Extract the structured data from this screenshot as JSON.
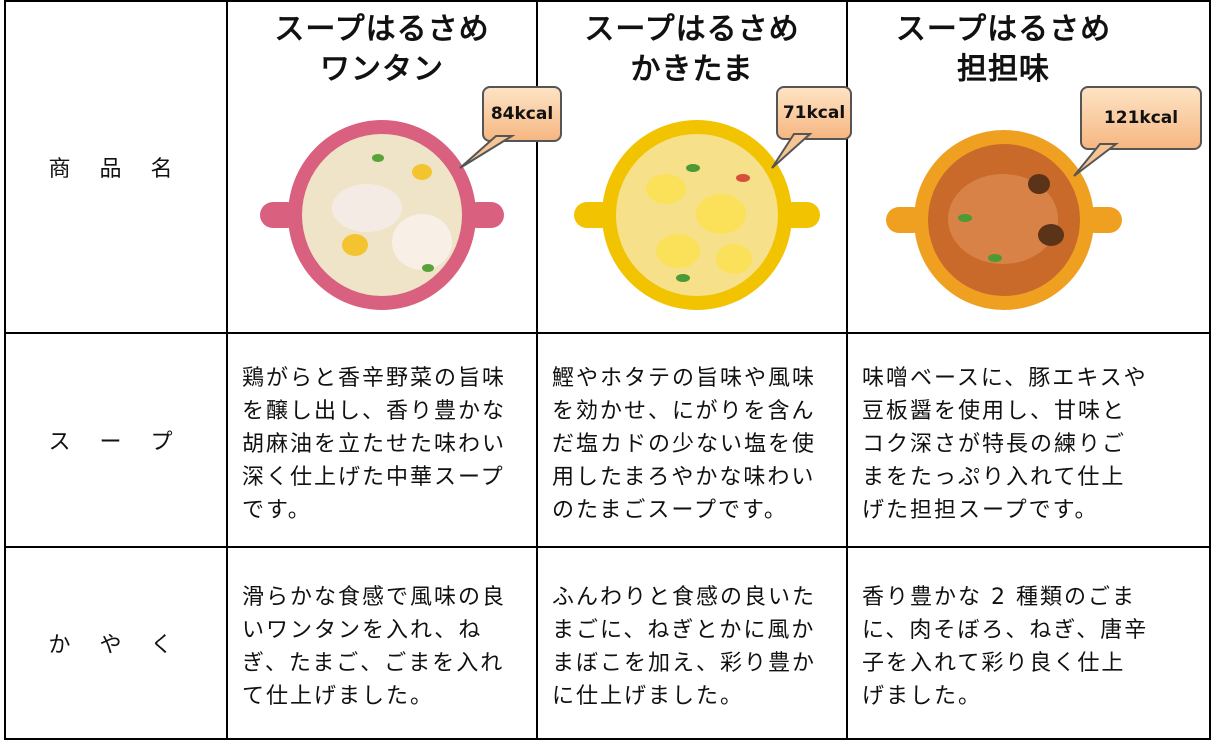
{
  "row_labels": {
    "product": "商 品 名",
    "soup": "ス ー プ",
    "toppings": "か や く"
  },
  "products": [
    {
      "name_line1": "スープはるさめ",
      "name_line2": "ワンタン",
      "kcal": "84kcal",
      "soup_text": "鶏がらと香辛野菜の旨味を醸し出し、香り豊かな胡麻油を立たせた味わい深く仕上げた中華スープです。",
      "toppings_text": "滑らかな食感で風味の良いワンタンを入れ、ねぎ、たまご、ごまを入れて仕上げました。",
      "bowl_color": "#d9607e",
      "soup_color": "#efe4c8"
    },
    {
      "name_line1": "スープはるさめ",
      "name_line2": "かきたま",
      "kcal": "71kcal",
      "soup_text": "鰹やホタテの旨味や風味を効かせ、にがりを含んだ塩カドの少ない塩を使用したまろやかな味わいのたまごスープです。",
      "toppings_text": "ふんわりと食感の良いたまごに、ねぎとかに風かまぼこを加え、彩り豊かに仕上げました。",
      "bowl_color": "#f2c300",
      "soup_color": "#f6e08a"
    },
    {
      "name_line1": "スープはるさめ",
      "name_line2": "担担味",
      "kcal": "121kcal",
      "soup_text": "味噌ベースに、豚エキスや豆板醤を使用し、甘味とコク深さが特長の練りごまをたっぷり入れて仕上げた担担スープです。",
      "toppings_text": "香り豊かな 2 種類のごまに、肉そぼろ、ねぎ、唐辛子を入れて彩り良く仕上げました。",
      "bowl_color": "#f0a020",
      "soup_color": "#c96a2a"
    }
  ]
}
